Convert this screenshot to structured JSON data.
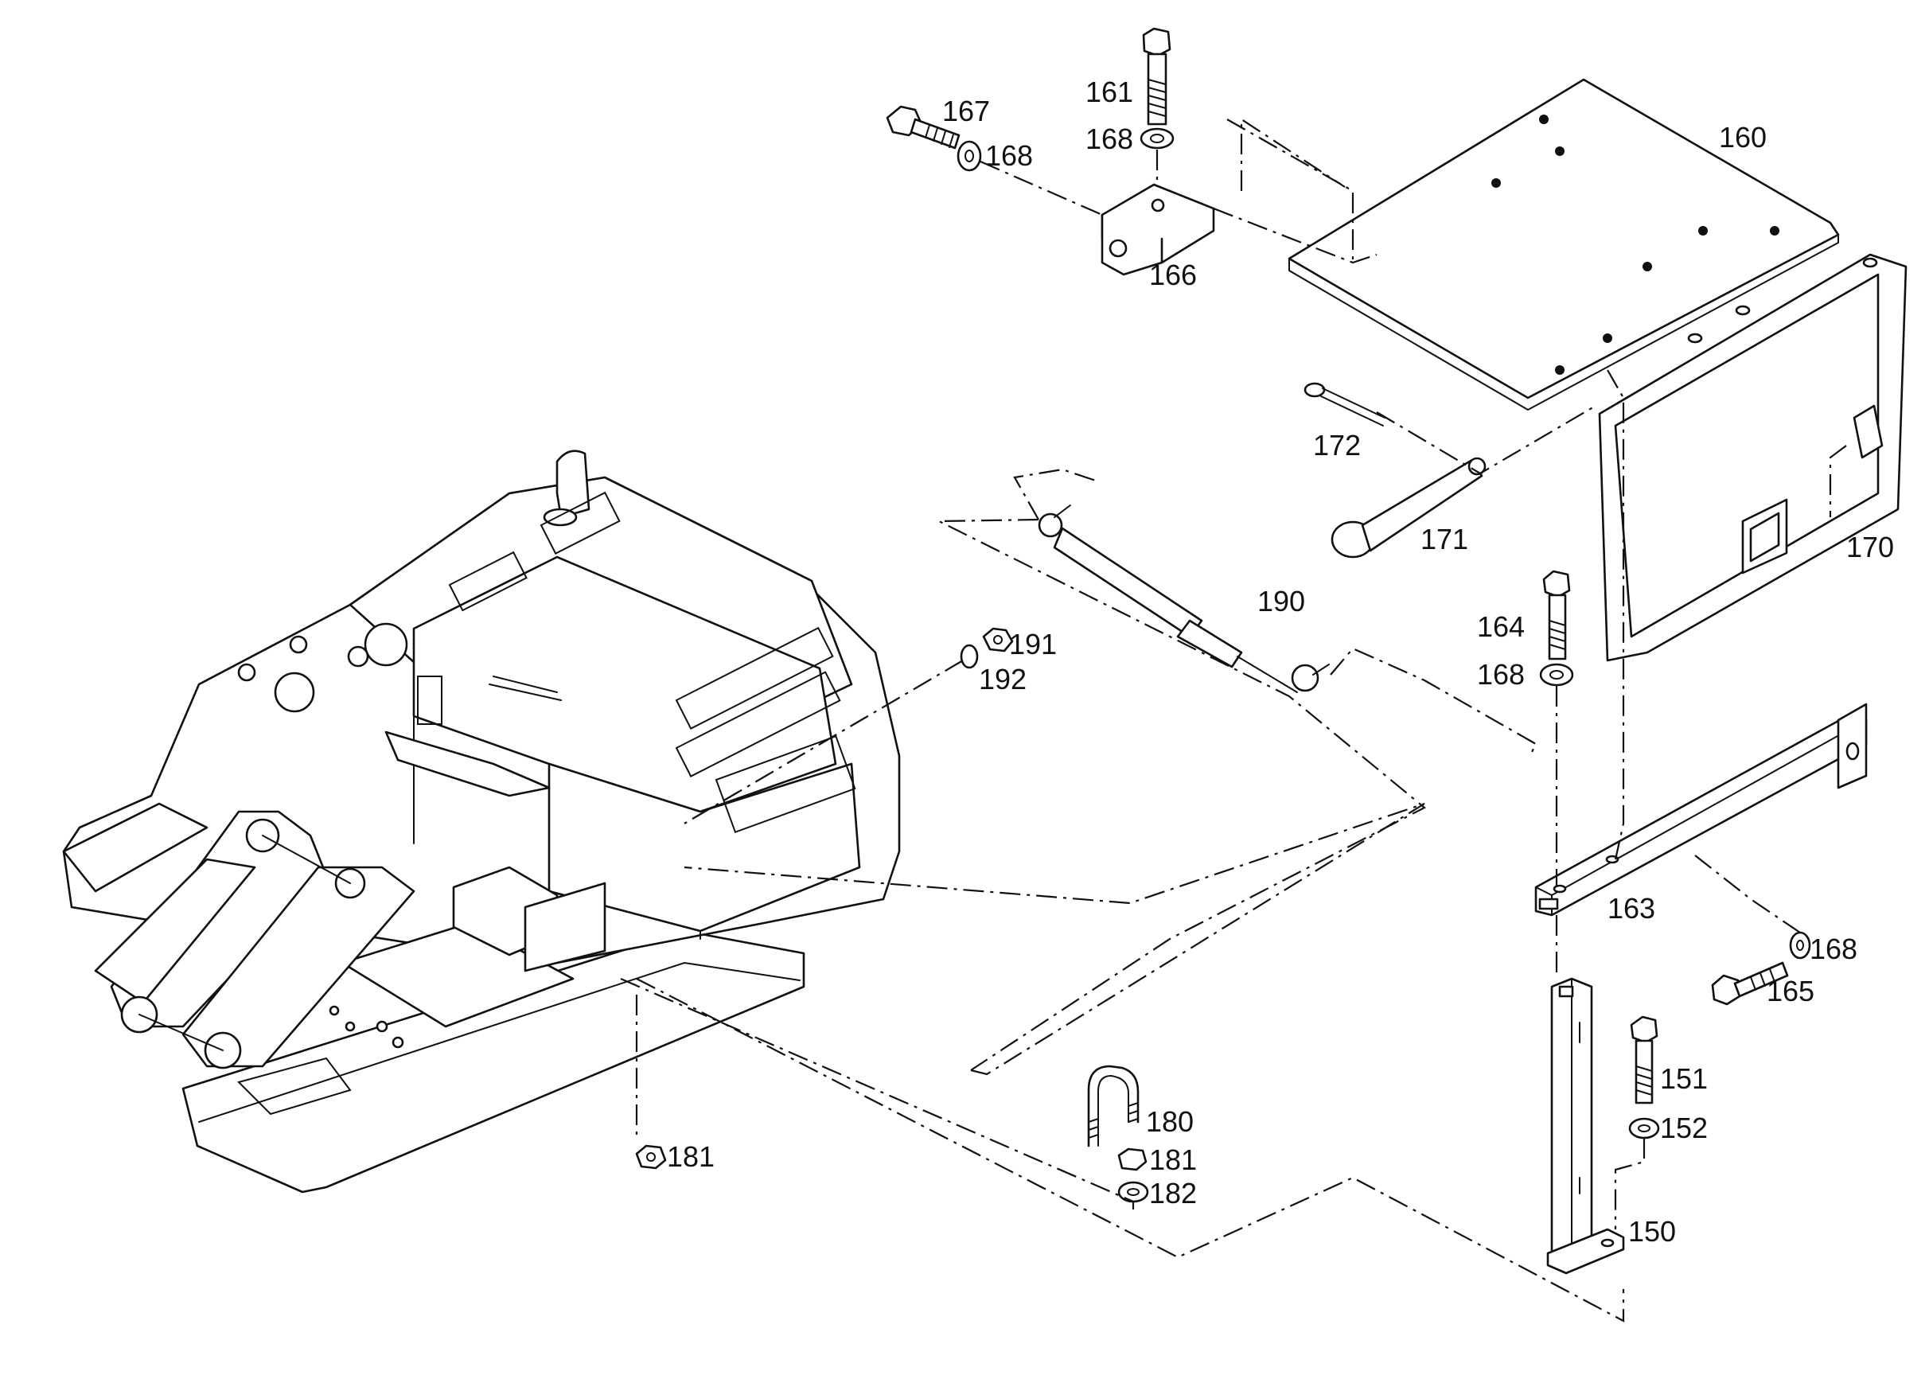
{
  "diagram": {
    "callouts": [
      {
        "id": "c161",
        "label": "161"
      },
      {
        "id": "c168a",
        "label": "168"
      },
      {
        "id": "c167",
        "label": "167"
      },
      {
        "id": "c168b",
        "label": "168"
      },
      {
        "id": "c160",
        "label": "160"
      },
      {
        "id": "c166",
        "label": "166"
      },
      {
        "id": "c172",
        "label": "172"
      },
      {
        "id": "c171",
        "label": "171"
      },
      {
        "id": "c170",
        "label": "170"
      },
      {
        "id": "c190",
        "label": "190"
      },
      {
        "id": "c191",
        "label": "191"
      },
      {
        "id": "c192",
        "label": "192"
      },
      {
        "id": "c164",
        "label": "164"
      },
      {
        "id": "c168c",
        "label": "168"
      },
      {
        "id": "c163",
        "label": "163"
      },
      {
        "id": "c168d",
        "label": "168"
      },
      {
        "id": "c165",
        "label": "165"
      },
      {
        "id": "c151",
        "label": "151"
      },
      {
        "id": "c152",
        "label": "152"
      },
      {
        "id": "c150",
        "label": "150"
      },
      {
        "id": "c180",
        "label": "180"
      },
      {
        "id": "c181a",
        "label": "181"
      },
      {
        "id": "c182",
        "label": "182"
      },
      {
        "id": "c181b",
        "label": "181"
      }
    ]
  }
}
